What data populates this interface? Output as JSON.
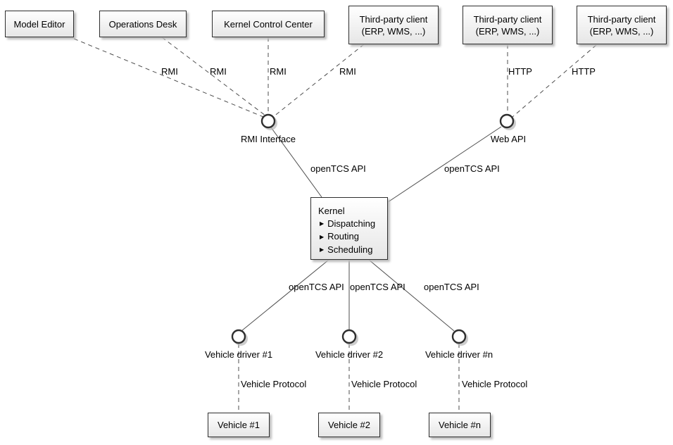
{
  "boxes": {
    "model_editor": {
      "label": "Model Editor"
    },
    "operations_desk": {
      "label": "Operations Desk"
    },
    "kernel_control_center": {
      "label": "Kernel Control Center"
    },
    "third_party_clients": [
      {
        "line1": "Third-party client",
        "line2": "(ERP, WMS, ...)"
      },
      {
        "line1": "Third-party client",
        "line2": "(ERP, WMS, ...)"
      },
      {
        "line1": "Third-party client",
        "line2": "(ERP, WMS, ...)"
      }
    ],
    "kernel": {
      "title": "Kernel",
      "bullet_glyph": "▶",
      "bullets": [
        "Dispatching",
        "Routing",
        "Scheduling"
      ]
    },
    "vehicles": [
      {
        "label": "Vehicle #1"
      },
      {
        "label": "Vehicle #2"
      },
      {
        "label": "Vehicle #n"
      }
    ]
  },
  "interfaces": {
    "rmi_interface": {
      "label": "RMI Interface"
    },
    "web_api": {
      "label": "Web API"
    },
    "vehicle_drivers": [
      {
        "label": "Vehicle driver #1"
      },
      {
        "label": "Vehicle driver #2"
      },
      {
        "label": "Vehicle driver #n"
      }
    ]
  },
  "edge_labels": {
    "rmi": [
      "RMI",
      "RMI",
      "RMI",
      "RMI"
    ],
    "http": [
      "HTTP",
      "HTTP"
    ],
    "opentcs_api_top": [
      "openTCS API",
      "openTCS API"
    ],
    "opentcs_api_bottom": [
      "openTCS API",
      "openTCS API",
      "openTCS API"
    ],
    "vehicle_protocol": [
      "Vehicle Protocol",
      "Vehicle Protocol",
      "Vehicle Protocol"
    ]
  },
  "colors": {
    "background": "#ffffff",
    "node_border": "#2e2e2e",
    "node_fill_top": "#ffffff",
    "node_fill_bottom": "#e6e6e6",
    "edge": "#4d4d4d",
    "text": "#000000",
    "shadow": "#bcbcbc"
  }
}
